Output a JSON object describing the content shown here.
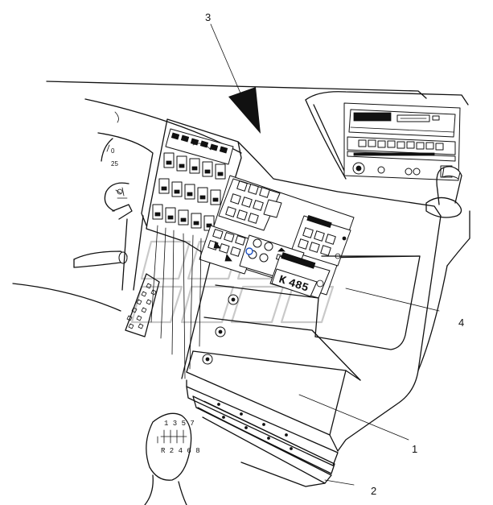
{
  "callouts": [
    {
      "id": "3",
      "label": "3"
    },
    {
      "id": "4",
      "label": "4"
    },
    {
      "id": "1",
      "label": "1"
    },
    {
      "id": "2",
      "label": "2"
    }
  ],
  "gauge": {
    "scale_mid": "25",
    "scale_low": "0"
  },
  "climate_display": {
    "digits": "485",
    "unit_mark": "K"
  },
  "gear_pattern": {
    "top_row": "1 3 5 7",
    "bottom_row": "R 2 4 6 8"
  }
}
